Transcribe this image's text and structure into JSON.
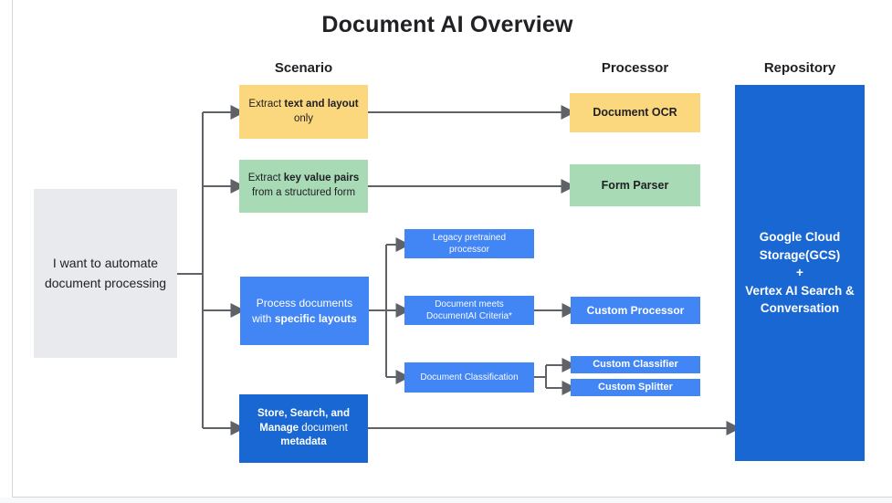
{
  "title": "Document AI Overview",
  "column_headers": {
    "scenario": "Scenario",
    "processor": "Processor",
    "repository": "Repository"
  },
  "start_node": {
    "label": "I want to automate document processing"
  },
  "scenario_nodes": {
    "extract_text": {
      "pre": "Extract ",
      "bold": "text and layout",
      "post": " only"
    },
    "extract_pairs": {
      "pre": "Extract ",
      "bold": "key value pairs",
      "post": " from a structured form"
    },
    "specific_layouts": {
      "pre": "Process documents with ",
      "bold": "specific layouts"
    },
    "store_manage": {
      "bold1": "Store, Search, and Manage",
      "mid": " document ",
      "bold2": "metadata"
    }
  },
  "sub_nodes": {
    "legacy": "Legacy pretrained processor",
    "criteria": "Document meets DocumentAI Criteria*",
    "classification": "Document Classification"
  },
  "processor_nodes": {
    "ocr": "Document OCR",
    "form_parser": "Form Parser",
    "custom_processor": "Custom Processor",
    "custom_classifier": "Custom Classifier",
    "custom_splitter": "Custom Splitter"
  },
  "repository_node": {
    "line1": "Google Cloud Storage(GCS)",
    "line2": "+",
    "line3": "Vertex AI Search & Conversation"
  },
  "colors": {
    "yellow": "#fbd77e",
    "green": "#a8dab5",
    "blue": "#4285f4",
    "dark_blue": "#1967d2",
    "gray": "#e8eaed",
    "line": "#5f6368"
  }
}
